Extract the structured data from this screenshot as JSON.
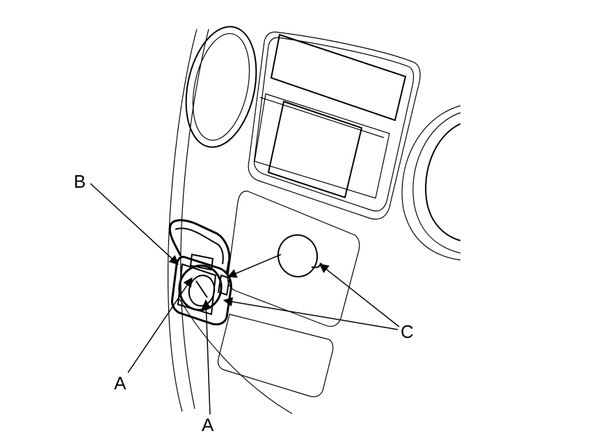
{
  "callouts": {
    "a_lower_left": "A",
    "a_bottom": "A",
    "b": "B",
    "c": "C"
  },
  "colors": {
    "line": "#000000",
    "background": "#ffffff"
  }
}
